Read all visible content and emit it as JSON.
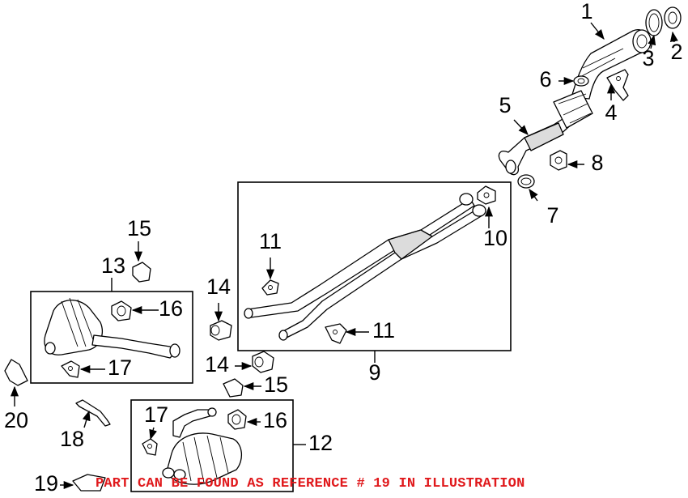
{
  "callouts": {
    "c1": "1",
    "c2": "2",
    "c3": "3",
    "c4": "4",
    "c5": "5",
    "c6": "6",
    "c7": "7",
    "c8": "8",
    "c9": "9",
    "c10": "10",
    "c11a": "11",
    "c11b": "11",
    "c12": "12",
    "c13": "13",
    "c14a": "14",
    "c14b": "14",
    "c15a": "15",
    "c15b": "15",
    "c16a": "16",
    "c16b": "16",
    "c17a": "17",
    "c17b": "17",
    "c18": "18",
    "c19": "19",
    "c20": "20"
  },
  "note": "PART CAN BE FOUND AS REFERENCE # 19 IN ILLUSTRATION",
  "colors": {
    "note": "#e0191c",
    "line": "#000000"
  }
}
